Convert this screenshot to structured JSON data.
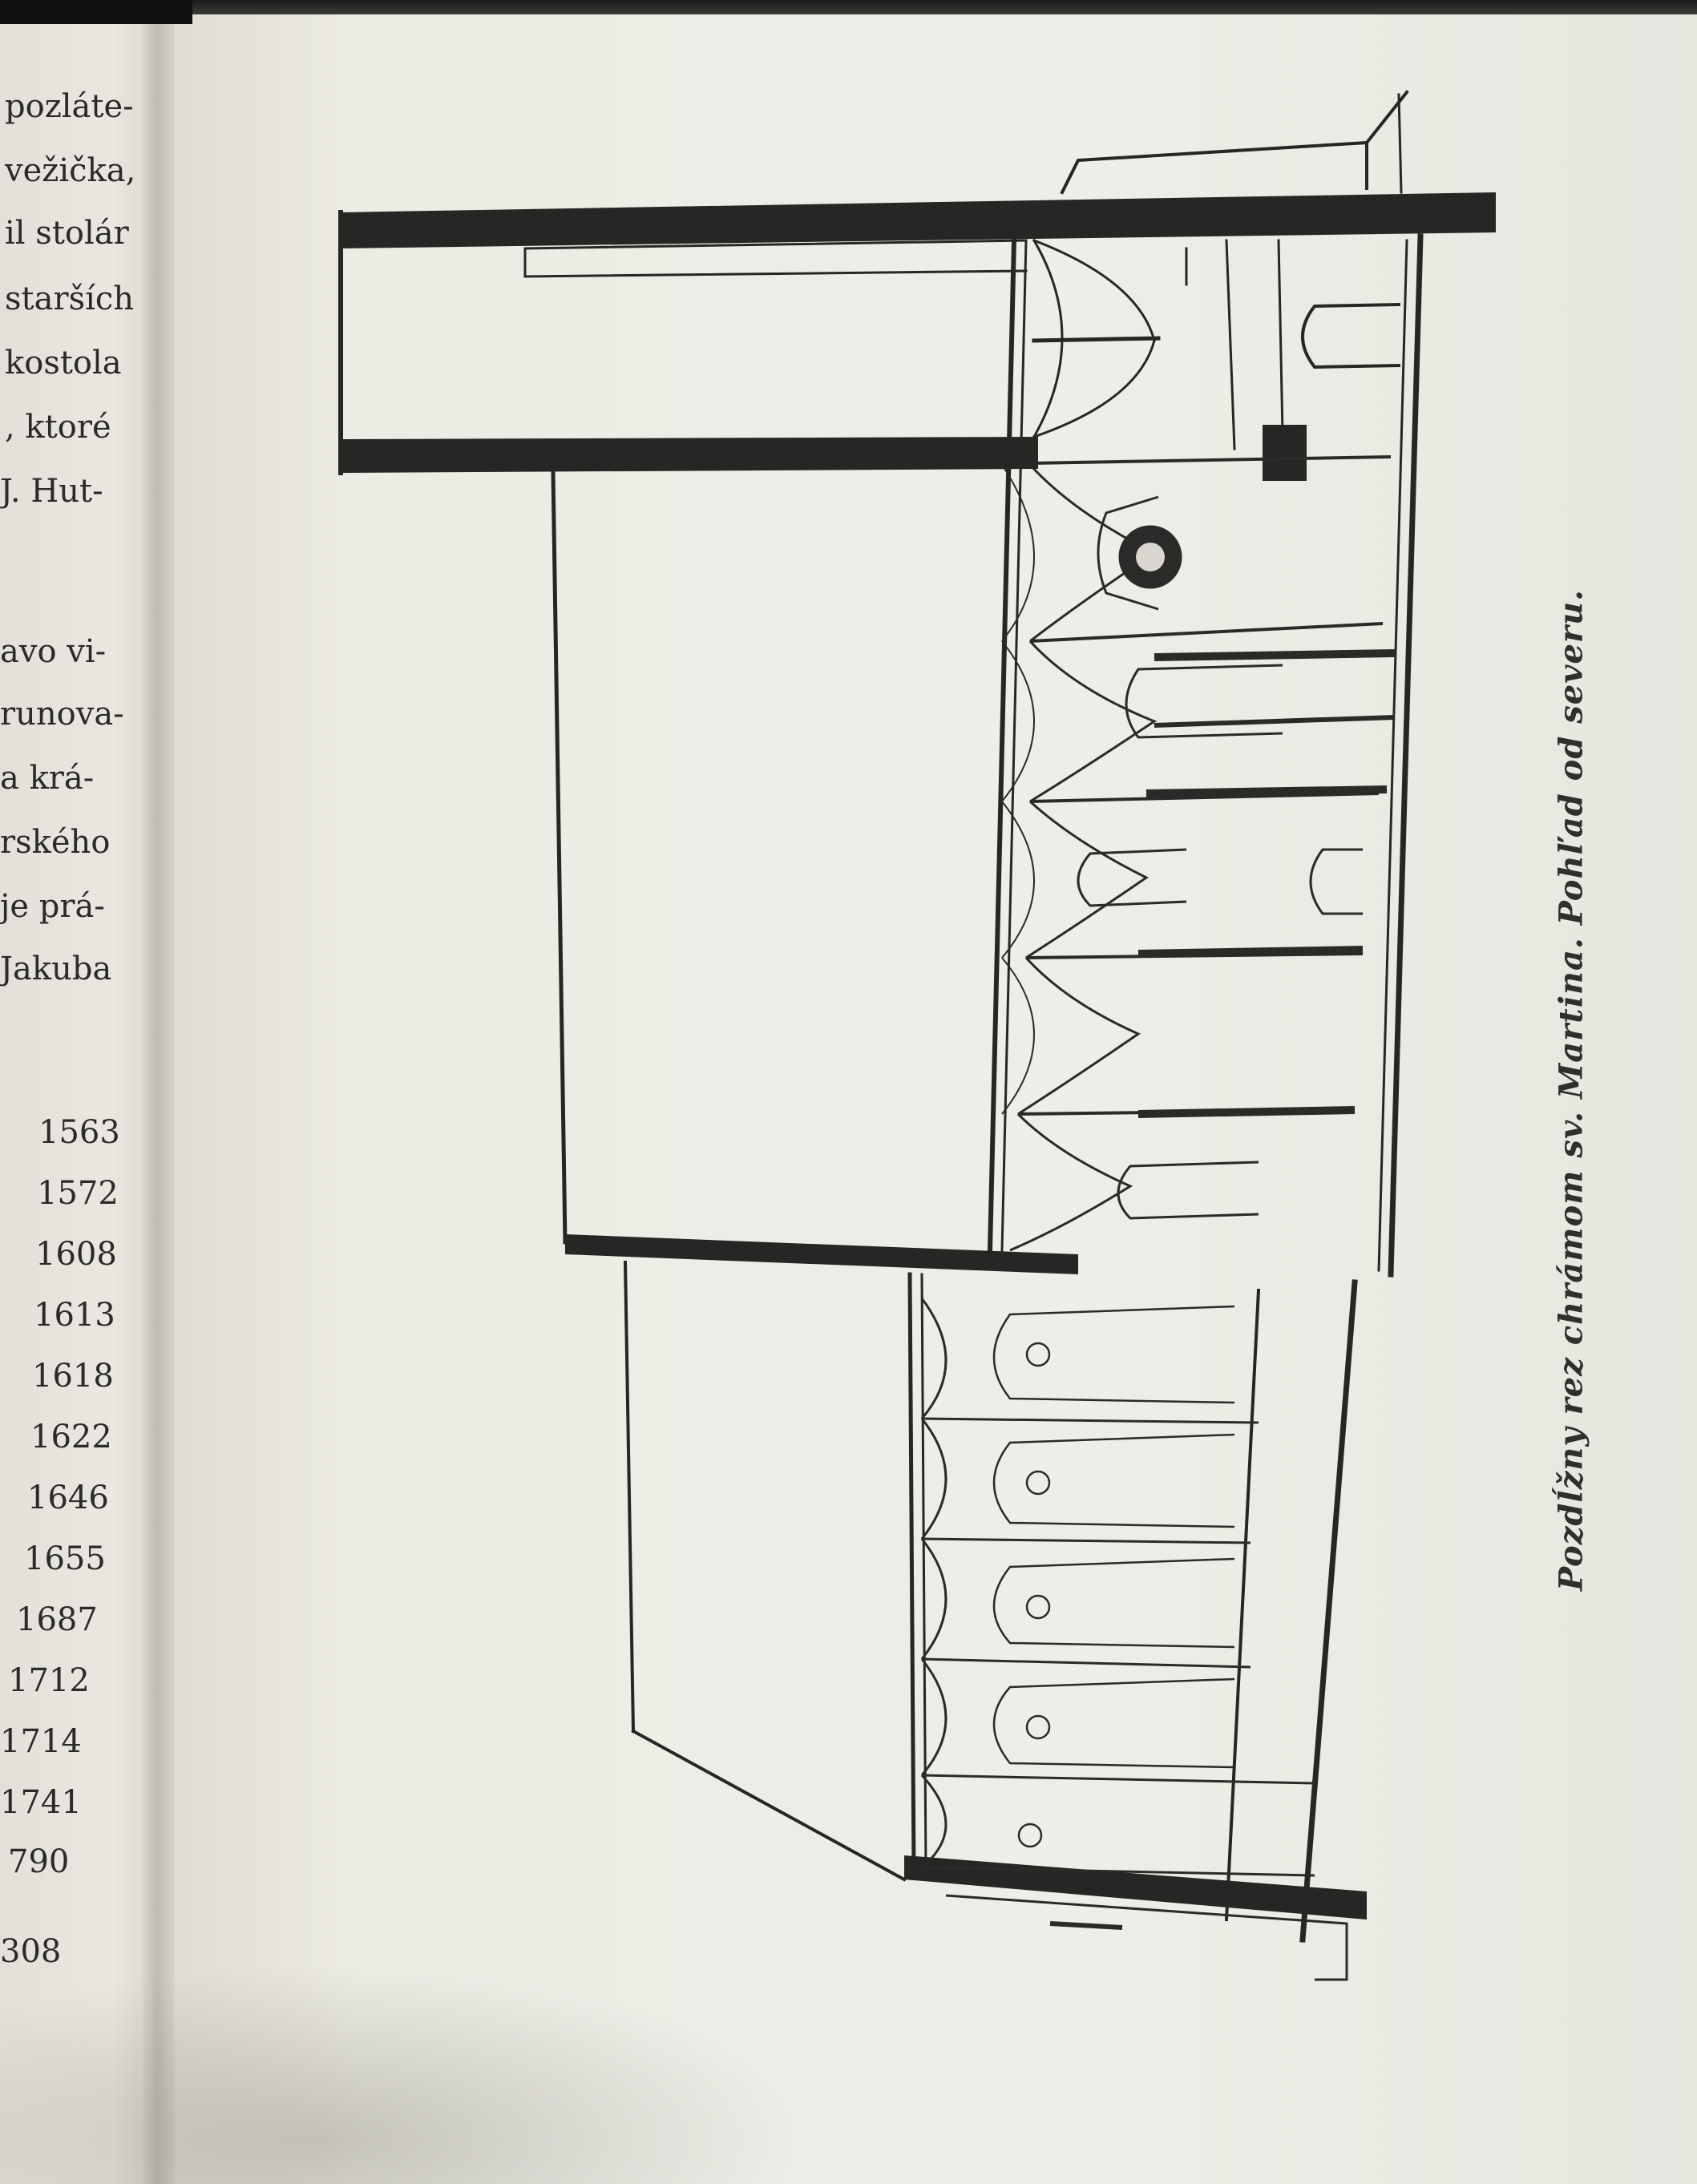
{
  "left_page": {
    "text_lines": [
      "pozláte-",
      "vežička,",
      "il stolár",
      "starších",
      "kostola",
      ", ktoré",
      "J. Hut-",
      "avo vi-",
      "runova-",
      "a krá-",
      "rského",
      "je prá-",
      "Jakuba"
    ],
    "years": [
      "1563",
      "1572",
      "1608",
      "1613",
      "1618",
      "1622",
      "1646",
      "1655",
      "1687",
      "1712",
      "1714",
      "1741",
      "790",
      "308"
    ]
  },
  "figure": {
    "caption": "Pozdĺžny rez chrámom sv. Martina. Pohľad od severu."
  }
}
